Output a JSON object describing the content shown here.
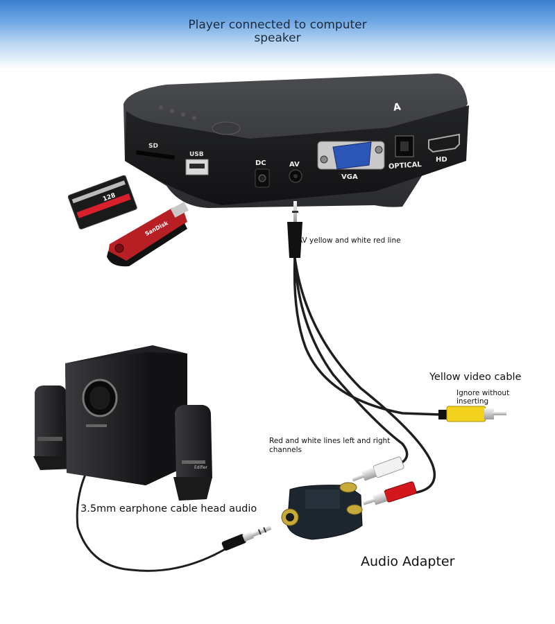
{
  "title": {
    "line1": "Player connected to computer",
    "line2": "speaker"
  },
  "device": {
    "brand_mark": "A",
    "ports": {
      "sd": "SD",
      "usb": "USB",
      "dc": "DC",
      "av": "AV",
      "vga": "VGA",
      "optical": "OPTICAL",
      "hd": "HD"
    }
  },
  "accessories": {
    "sd_card_capacity": "128",
    "usb_drive_brand": "SanDisk"
  },
  "speaker_brand": "Edifier",
  "labels": {
    "av_cable": "AV yellow and white red line",
    "yellow_cable": "Yellow video cable",
    "ignore_line1": "Ignore without",
    "ignore_line2": "inserting",
    "rw_line1": "Red and white lines left and right",
    "rw_line2": "channels",
    "earphone": "3.5mm earphone cable head audio",
    "adapter": "Audio Adapter"
  },
  "colors": {
    "device_body": "#2b2c2e",
    "vga_blue": "#2c55b8",
    "yellow_plug": "#f2d21c",
    "red_plug": "#d4171c",
    "white_plug": "#f2f2f2",
    "cable": "#1e1e1e"
  }
}
